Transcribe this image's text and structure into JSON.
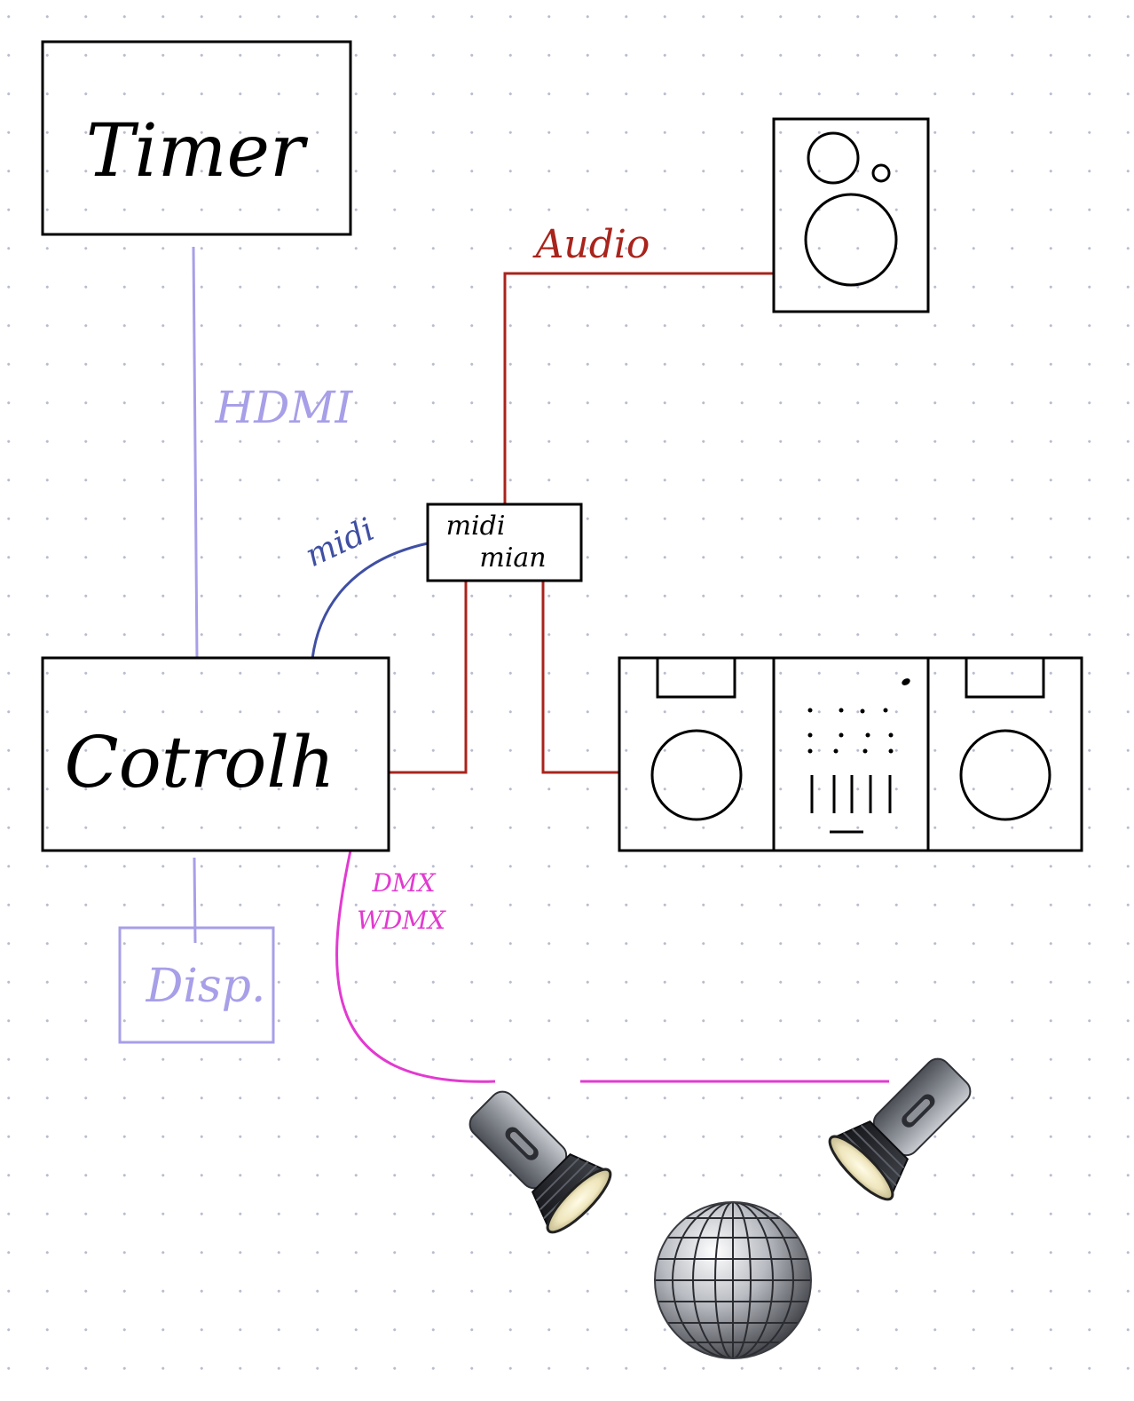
{
  "boxes": {
    "timer": "Timer",
    "controller": "Cotrolh",
    "midi_interface": [
      "midi",
      "mian"
    ],
    "display": "Disp."
  },
  "wires": {
    "hdmi": "HDMI",
    "midi": "midi",
    "audio": "Audio",
    "dmx": [
      "DMX",
      "WDMX"
    ]
  },
  "colors": {
    "hdmi": "#a79fe8",
    "midi": "#3f4fa3",
    "audio": "#a8241c",
    "dmx": "#e23ad0",
    "ink": "#000000"
  },
  "icons": [
    "speaker-icon",
    "dj-controller-icon",
    "flashlight-icon",
    "disco-ball-icon"
  ]
}
